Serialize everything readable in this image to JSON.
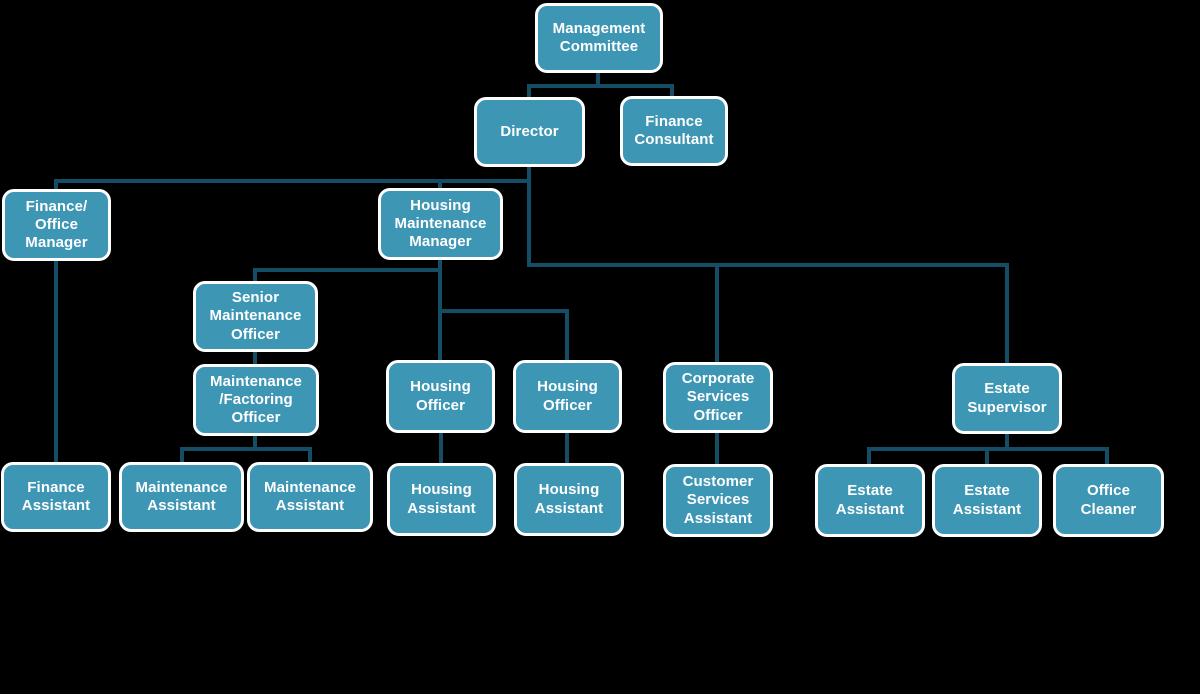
{
  "colors": {
    "background": "#000000",
    "box_fill": "#3E96B5",
    "box_border": "#FFFFFF",
    "connector": "#144D64",
    "text": "#FFFFFF"
  },
  "org_chart": {
    "type": "organizational-chart",
    "nodes": [
      {
        "id": "management-committee",
        "label": "Management Committee",
        "reports_to": null
      },
      {
        "id": "director",
        "label": "Director",
        "reports_to": "management-committee"
      },
      {
        "id": "finance-consultant",
        "label": "Finance Consultant",
        "reports_to": "management-committee"
      },
      {
        "id": "finance-office-manager",
        "label": "Finance/ Office Manager",
        "reports_to": "director"
      },
      {
        "id": "housing-maintenance-manager",
        "label": "Housing Maintenance Manager",
        "reports_to": "director"
      },
      {
        "id": "senior-maintenance-officer",
        "label": "Senior Maintenance Officer",
        "reports_to": "housing-maintenance-manager"
      },
      {
        "id": "maintenance-factoring-officer",
        "label": "Maintenance /Factoring Officer",
        "reports_to": "senior-maintenance-officer"
      },
      {
        "id": "housing-officer-1",
        "label": "Housing Officer",
        "reports_to": "housing-maintenance-manager"
      },
      {
        "id": "housing-officer-2",
        "label": "Housing Officer",
        "reports_to": "housing-maintenance-manager"
      },
      {
        "id": "corporate-services-officer",
        "label": "Corporate Services Officer",
        "reports_to": "director"
      },
      {
        "id": "estate-supervisor",
        "label": "Estate Supervisor",
        "reports_to": "director"
      },
      {
        "id": "finance-assistant",
        "label": "Finance Assistant",
        "reports_to": "finance-office-manager"
      },
      {
        "id": "maintenance-assistant-1",
        "label": "Maintenance Assistant",
        "reports_to": "maintenance-factoring-officer"
      },
      {
        "id": "maintenance-assistant-2",
        "label": "Maintenance Assistant",
        "reports_to": "maintenance-factoring-officer"
      },
      {
        "id": "housing-assistant-1",
        "label": "Housing Assistant",
        "reports_to": "housing-officer-1"
      },
      {
        "id": "housing-assistant-2",
        "label": "Housing Assistant",
        "reports_to": "housing-officer-2"
      },
      {
        "id": "customer-services-assistant",
        "label": "Customer Services Assistant",
        "reports_to": "corporate-services-officer"
      },
      {
        "id": "estate-assistant-1",
        "label": "Estate Assistant",
        "reports_to": "estate-supervisor"
      },
      {
        "id": "estate-assistant-2",
        "label": "Estate Assistant",
        "reports_to": "estate-supervisor"
      },
      {
        "id": "office-cleaner",
        "label": "Office Cleaner",
        "reports_to": "estate-supervisor"
      }
    ]
  }
}
